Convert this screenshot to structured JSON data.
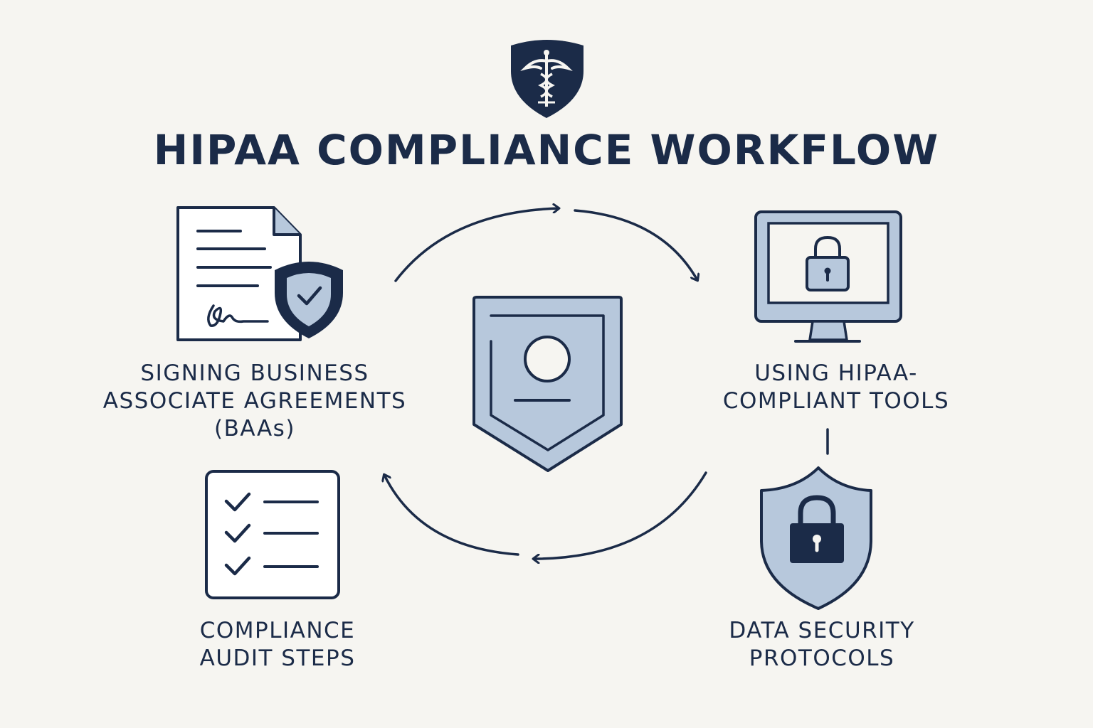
{
  "diagram": {
    "title": "HIPAA COMPLIANCE WORKFLOW",
    "steps": [
      {
        "label": "SIGNING BUSINESS\nASSOCIATE AGREEMENTS\n(BAAs)",
        "icon": "signed-document-shield-icon"
      },
      {
        "label": "USING HIPAA-\nCOMPLIANT TOOLS",
        "icon": "monitor-lock-icon"
      },
      {
        "label": "DATA SECURITY\nPROTOCOLS",
        "icon": "shield-lock-icon"
      },
      {
        "label": "COMPLIANCE\nAUDIT STEPS",
        "icon": "checklist-icon"
      }
    ],
    "center_icon": "shield-badge-icon",
    "logo_icon": "caduceus-shield-logo",
    "colors": {
      "navy": "#1b2b48",
      "light_blue": "#b7c8dc",
      "background": "#f6f5f1"
    }
  }
}
